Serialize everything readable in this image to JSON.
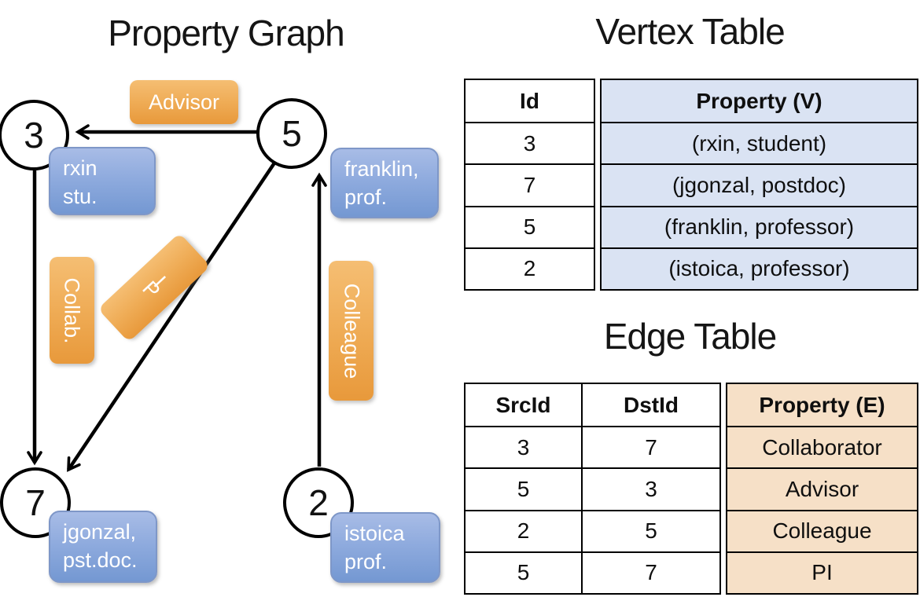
{
  "graph": {
    "title": "Property Graph",
    "nodes": {
      "n3": {
        "id": "3",
        "line1": "rxin",
        "line2": "stu."
      },
      "n5": {
        "id": "5",
        "line1": "franklin,",
        "line2": "prof."
      },
      "n7": {
        "id": "7",
        "line1": "jgonzal,",
        "line2": "pst.doc."
      },
      "n2": {
        "id": "2",
        "line1": "istoica",
        "line2": "prof."
      }
    },
    "edge_labels": {
      "advisor": "Advisor",
      "collab": "Collab.",
      "colleague": "Colleague",
      "pi": "PI"
    }
  },
  "vertex_table": {
    "title": "Vertex Table",
    "headers": {
      "id": "Id",
      "property": "Property (V)"
    },
    "rows": [
      {
        "id": "3",
        "property": "(rxin, student)"
      },
      {
        "id": "7",
        "property": "(jgonzal, postdoc)"
      },
      {
        "id": "5",
        "property": "(franklin, professor)"
      },
      {
        "id": "2",
        "property": "(istoica, professor)"
      }
    ]
  },
  "edge_table": {
    "title": "Edge Table",
    "headers": {
      "src": "SrcId",
      "dst": "DstId",
      "property": "Property (E)"
    },
    "rows": [
      {
        "src": "3",
        "dst": "7",
        "property": "Collaborator"
      },
      {
        "src": "5",
        "dst": "3",
        "property": "Advisor"
      },
      {
        "src": "2",
        "dst": "5",
        "property": "Colleague"
      },
      {
        "src": "5",
        "dst": "7",
        "property": "PI"
      }
    ]
  },
  "colors": {
    "edge_label_orange_top": "#F5BE73",
    "edge_label_orange_bottom": "#E8993B",
    "vertex_label_blue_top": "#A8BCE6",
    "vertex_label_blue_bottom": "#7498D2",
    "vertex_table_fill": "#DAE3F3",
    "edge_table_fill": "#F6E0C7",
    "line_color": "#000000"
  }
}
